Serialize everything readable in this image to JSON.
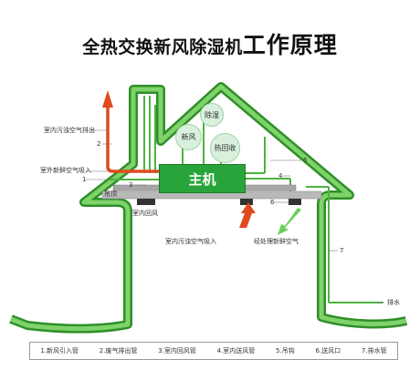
{
  "title": {
    "part1": "全热交换新风除湿机",
    "part2": "工作原理"
  },
  "circles": {
    "dehumidify": "除湿",
    "fresh_air": "新风",
    "heat_recovery": "热回收"
  },
  "host_label": "主机",
  "labels": {
    "indoor_exhaust_out": "室内污浊空气排出",
    "outdoor_fresh_in": "室外新鲜空气吸入",
    "ceiling": "吊顶",
    "indoor_return": "室内回风",
    "indoor_dirty_in": "室内污浊空气吸入",
    "treated_fresh_air": "经处理新鲜空气",
    "drain": "排水"
  },
  "numbers": {
    "n1": "1",
    "n2": "2",
    "n3": "3",
    "n4": "4",
    "n5": "5",
    "n6": "6",
    "n7": "7"
  },
  "legend": [
    "1.新风引入管",
    "2.废气排出管",
    "3.室内回风管",
    "4.室内送风管",
    "5.吊钩",
    "6.送风口",
    "7.排水管"
  ],
  "colors": {
    "house_green": "#5cbf4a",
    "house_dark": "#2e8f2a",
    "duct_red": "#e04a1f",
    "duct_gray": "#9a9a9a",
    "host_green": "#29a43a",
    "arrow_green": "#6ccf5c"
  }
}
